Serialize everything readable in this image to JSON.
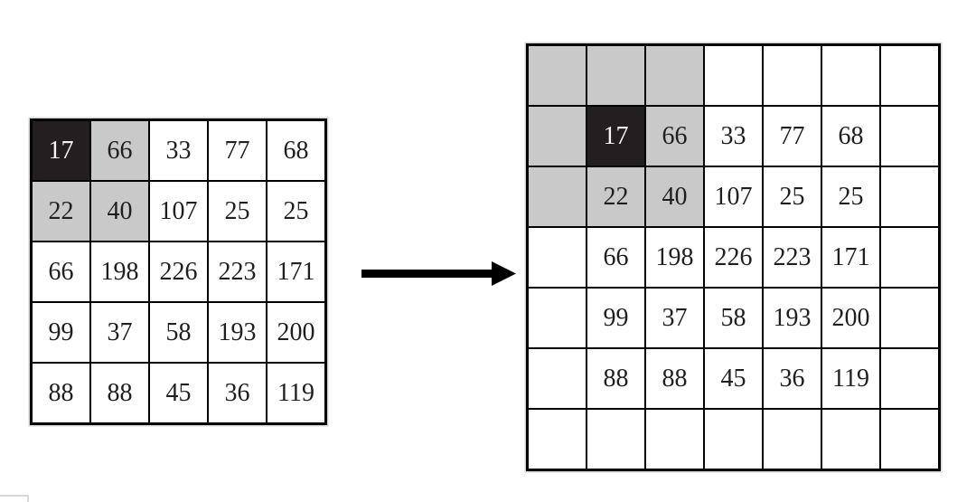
{
  "diagram": {
    "description": "matrix zero-padding illustration",
    "colors": {
      "dark_cell": "#231f20",
      "gray_cell": "#c9c9c9",
      "border": "#000000",
      "dark_cell_text": "#f5f5f5",
      "number_text": "#1f1f1f",
      "arrow": "#000000",
      "artifact_border": "#d8d8d8"
    },
    "arrow": {
      "direction": "right"
    },
    "left_grid": {
      "rows": 5,
      "cols": 5,
      "cells": [
        [
          "17",
          "66",
          "33",
          "77",
          "68"
        ],
        [
          "22",
          "40",
          "107",
          "25",
          "25"
        ],
        [
          "66",
          "198",
          "226",
          "223",
          "171"
        ],
        [
          "99",
          "37",
          "58",
          "193",
          "200"
        ],
        [
          "88",
          "88",
          "45",
          "36",
          "119"
        ]
      ],
      "shading": [
        [
          "dark",
          "gray",
          "",
          "",
          ""
        ],
        [
          "gray",
          "gray",
          "",
          "",
          ""
        ],
        [
          "",
          "",
          "",
          "",
          ""
        ],
        [
          "",
          "",
          "",
          "",
          ""
        ],
        [
          "",
          "",
          "",
          "",
          ""
        ]
      ]
    },
    "right_grid": {
      "rows": 7,
      "cols": 7,
      "cells": [
        [
          "",
          "",
          "",
          "",
          "",
          "",
          ""
        ],
        [
          "",
          "17",
          "66",
          "33",
          "77",
          "68",
          ""
        ],
        [
          "",
          "22",
          "40",
          "107",
          "25",
          "25",
          ""
        ],
        [
          "",
          "66",
          "198",
          "226",
          "223",
          "171",
          ""
        ],
        [
          "",
          "99",
          "37",
          "58",
          "193",
          "200",
          ""
        ],
        [
          "",
          "88",
          "88",
          "45",
          "36",
          "119",
          ""
        ],
        [
          "",
          "",
          "",
          "",
          "",
          "",
          ""
        ]
      ],
      "shading": [
        [
          "gray",
          "gray",
          "gray",
          "",
          "",
          "",
          ""
        ],
        [
          "gray",
          "dark",
          "gray",
          "",
          "",
          "",
          ""
        ],
        [
          "gray",
          "gray",
          "gray",
          "",
          "",
          "",
          ""
        ],
        [
          "",
          "",
          "",
          "",
          "",
          "",
          ""
        ],
        [
          "",
          "",
          "",
          "",
          "",
          "",
          ""
        ],
        [
          "",
          "",
          "",
          "",
          "",
          "",
          ""
        ],
        [
          "",
          "",
          "",
          "",
          "",
          "",
          ""
        ]
      ]
    }
  }
}
